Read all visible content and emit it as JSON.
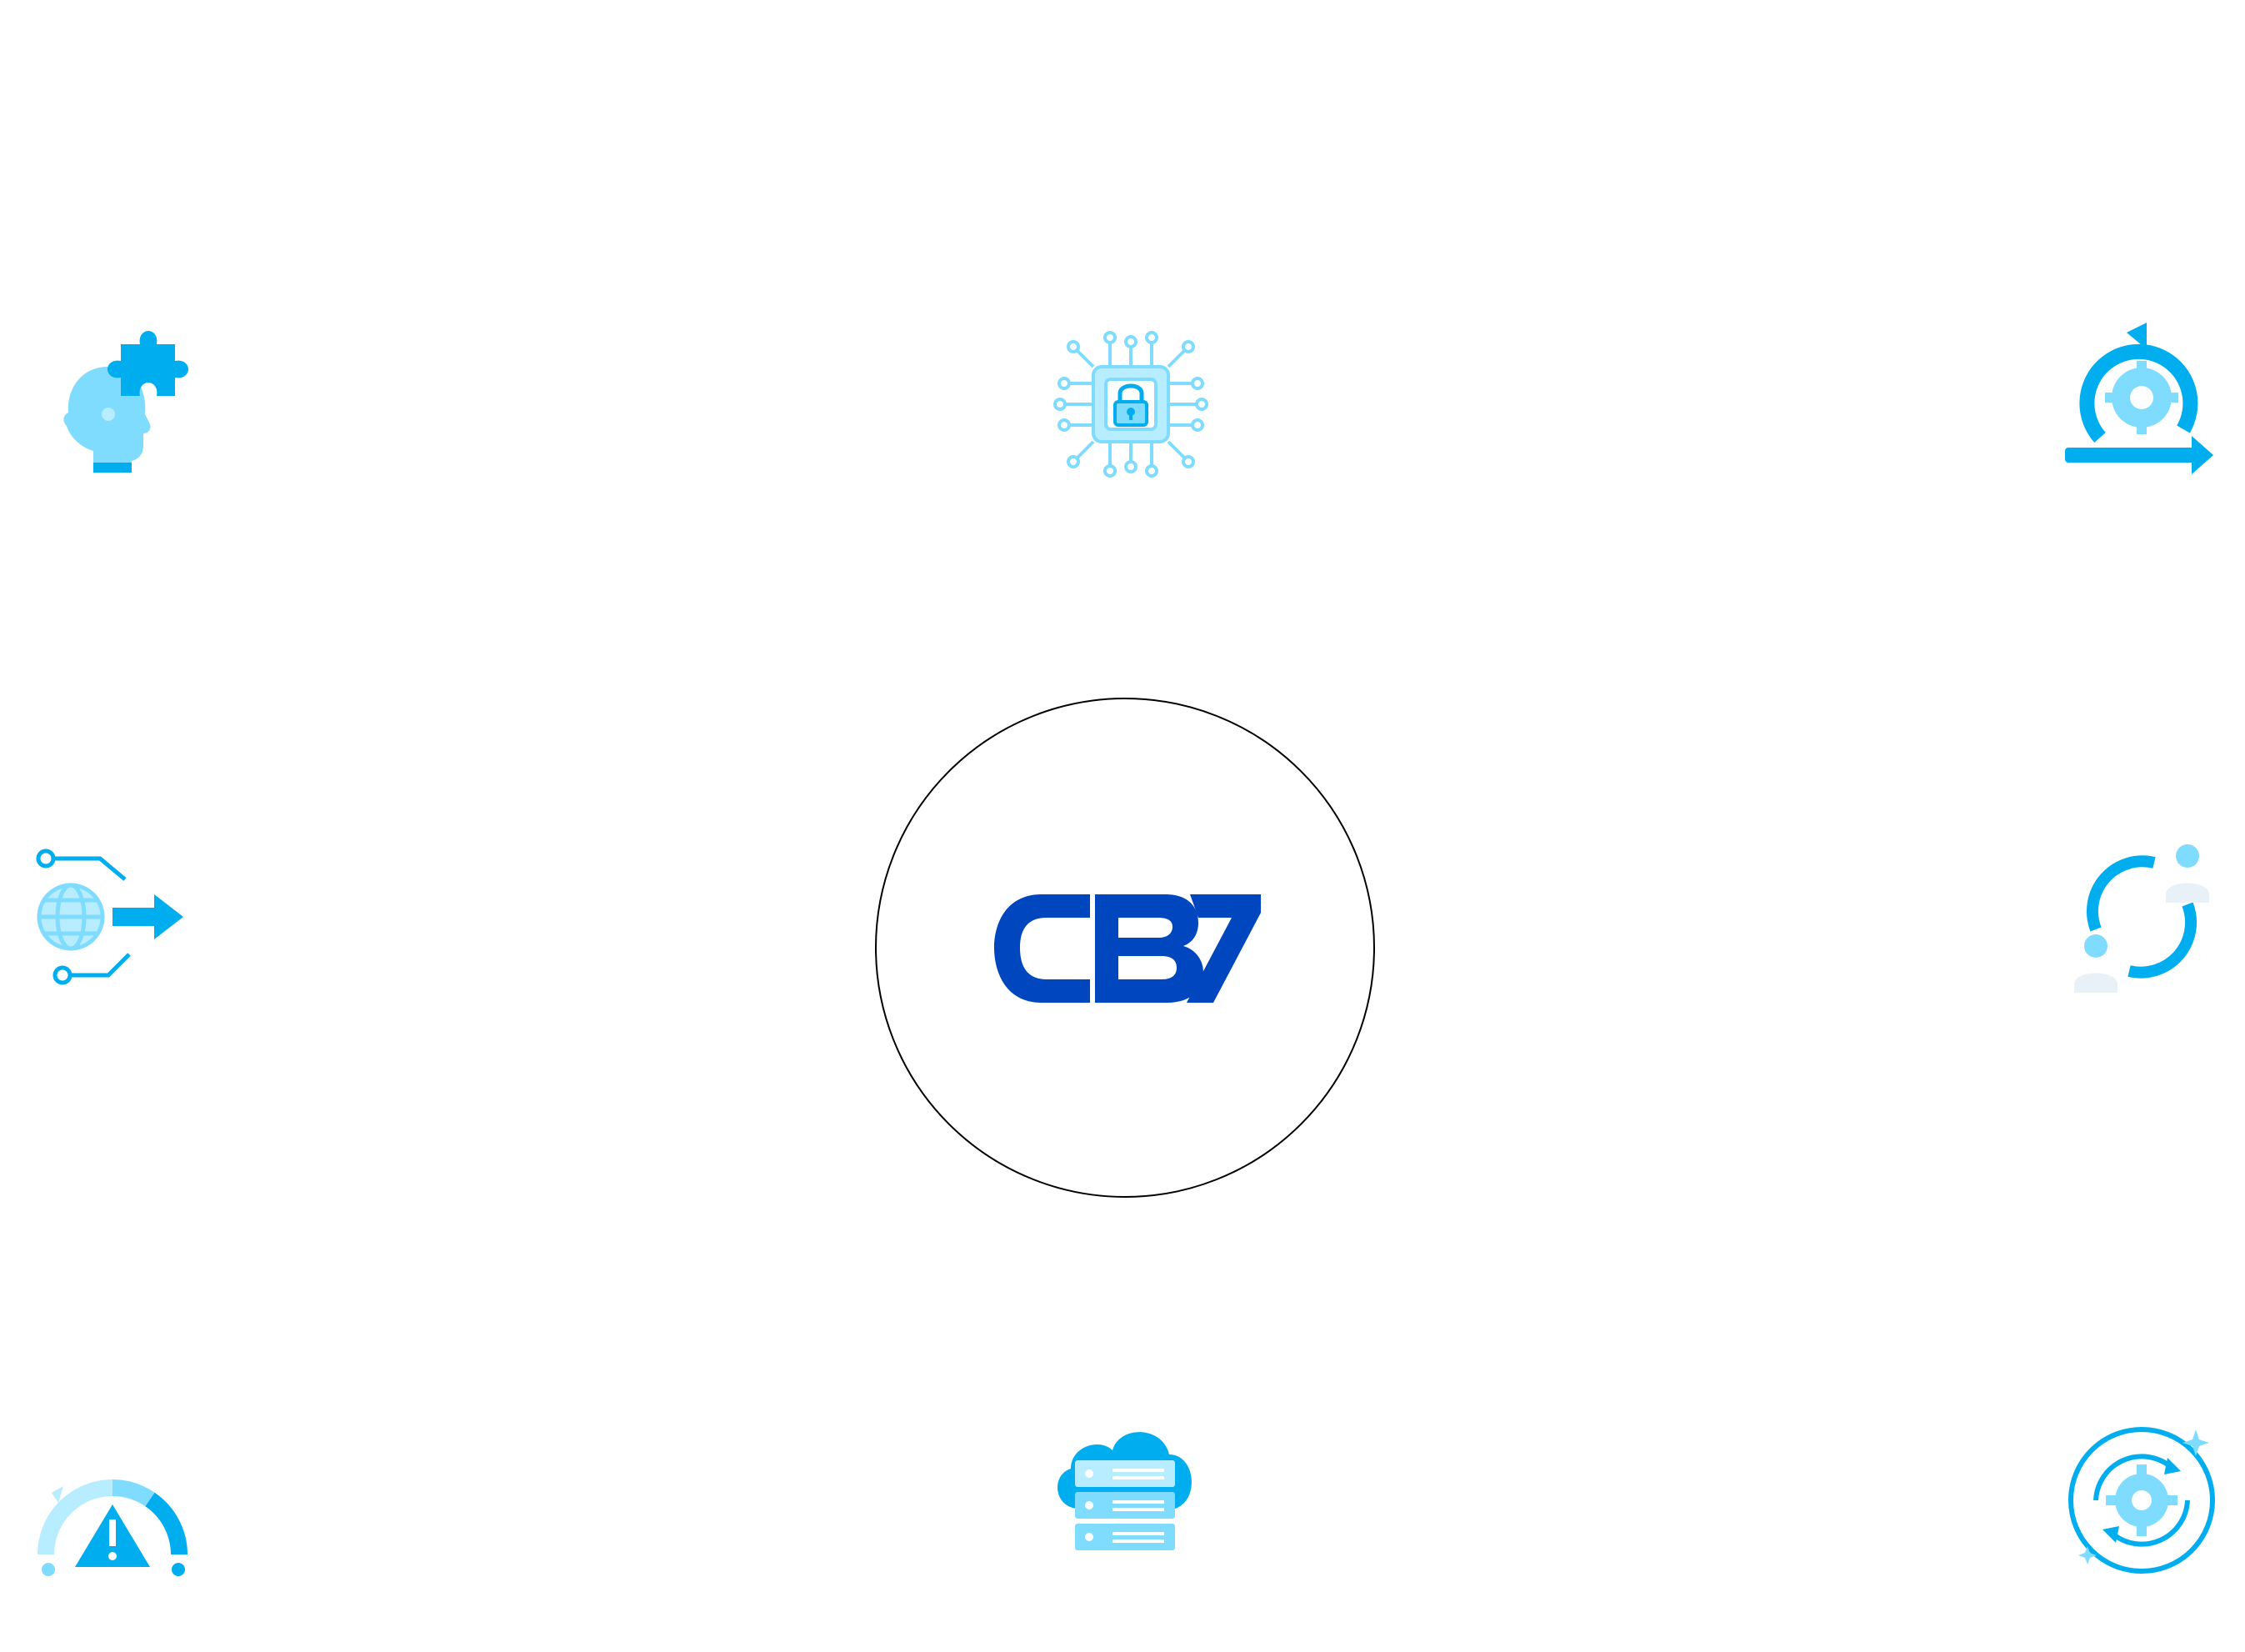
{
  "colors": {
    "primary": "#00aeef",
    "light": "#7fdcff",
    "pale": "#b8ecff",
    "logo_blue": "#0046be",
    "outline": "#000000"
  },
  "center": {
    "logo_text": "CB7"
  },
  "icons": [
    {
      "name": "head-puzzle-icon",
      "position": "top-left"
    },
    {
      "name": "chip-lock-icon",
      "position": "top-center"
    },
    {
      "name": "agile-cycle-gear-icon",
      "position": "top-right"
    },
    {
      "name": "global-network-arrow-icon",
      "position": "middle-left"
    },
    {
      "name": "user-exchange-icon",
      "position": "middle-right"
    },
    {
      "name": "risk-gauge-icon",
      "position": "bottom-left"
    },
    {
      "name": "cloud-server-icon",
      "position": "bottom-center"
    },
    {
      "name": "gear-sync-icon",
      "position": "bottom-right"
    }
  ]
}
